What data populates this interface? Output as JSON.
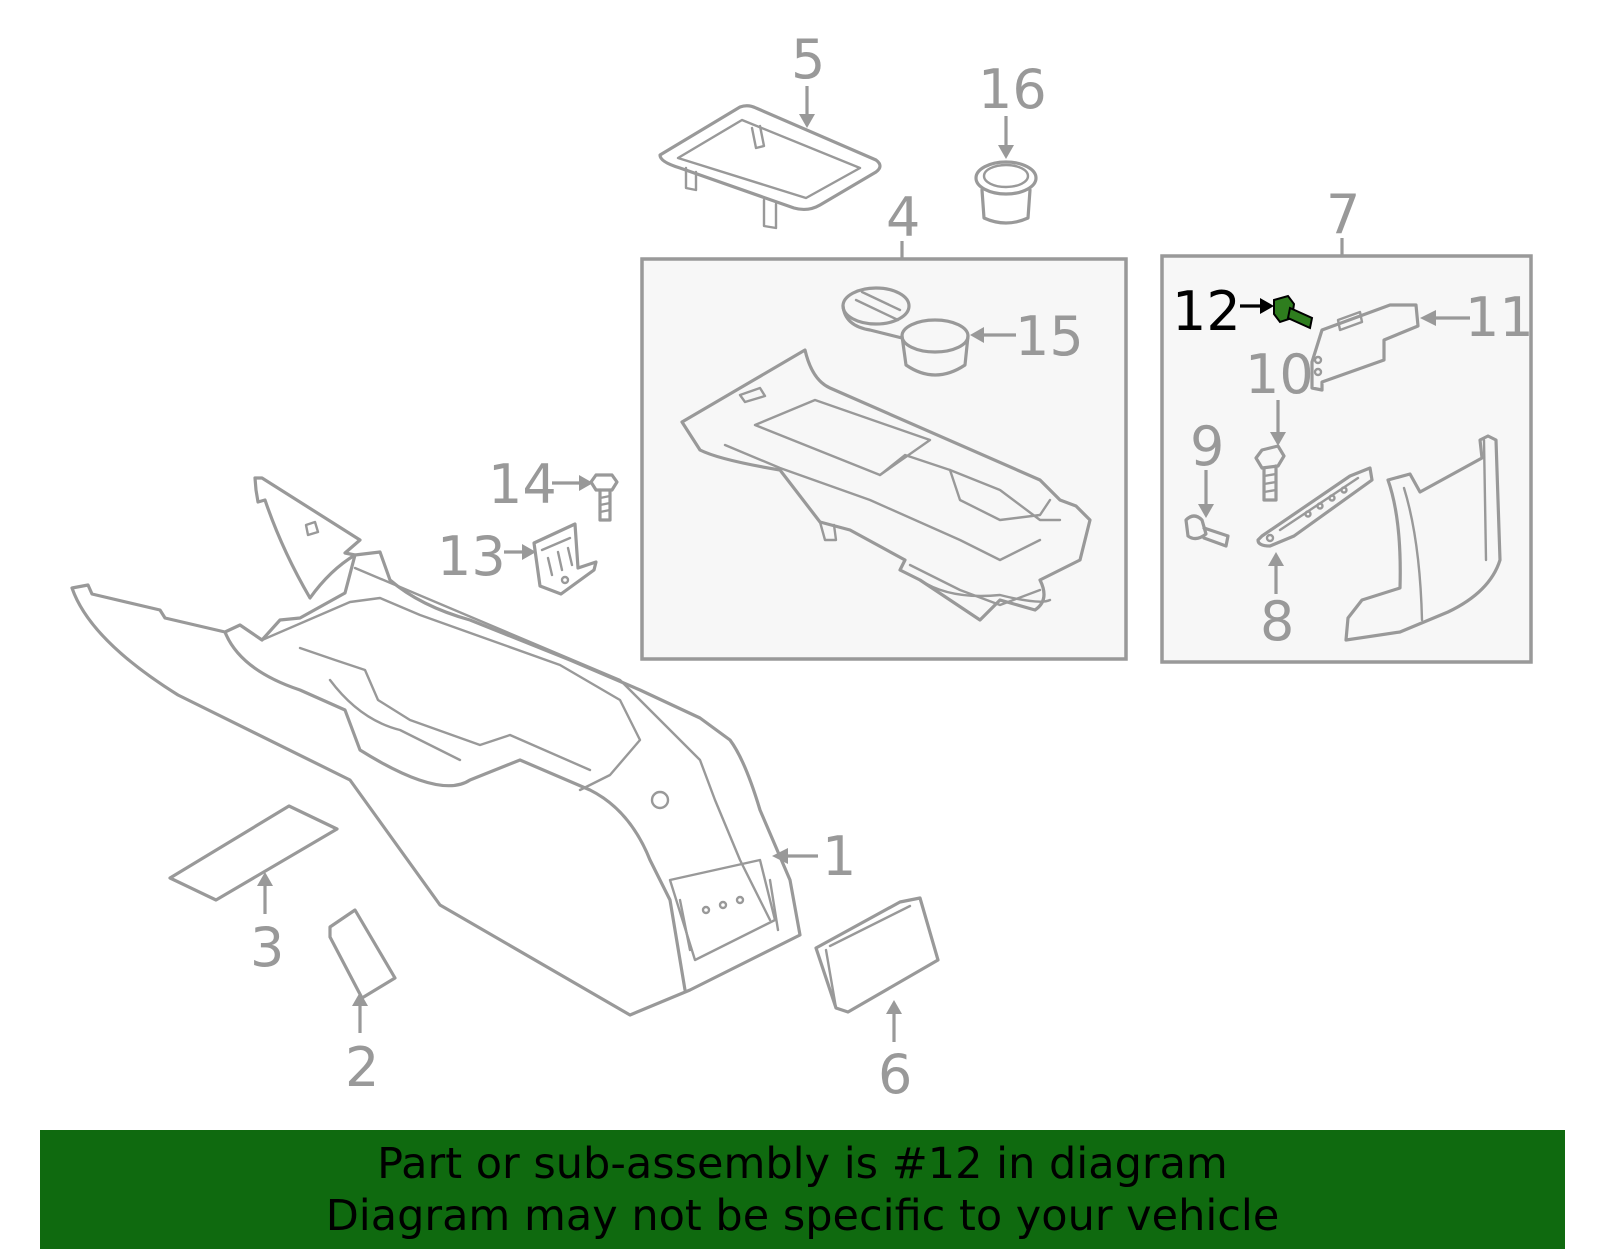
{
  "diagram": {
    "highlight_color": "#2e7d1e",
    "line_color": "#999999",
    "highlighted_callout": "12",
    "callouts": {
      "c1": "1",
      "c2": "2",
      "c3": "3",
      "c4": "4",
      "c5": "5",
      "c6": "6",
      "c7": "7",
      "c8": "8",
      "c9": "9",
      "c10": "10",
      "c11": "11",
      "c12": "12",
      "c13": "13",
      "c14": "14",
      "c15": "15",
      "c16": "16"
    }
  },
  "banner": {
    "background": "#0f6a0f",
    "line1": "Part or sub-assembly is #12 in diagram",
    "line2": "Diagram may not be specific to your vehicle"
  }
}
